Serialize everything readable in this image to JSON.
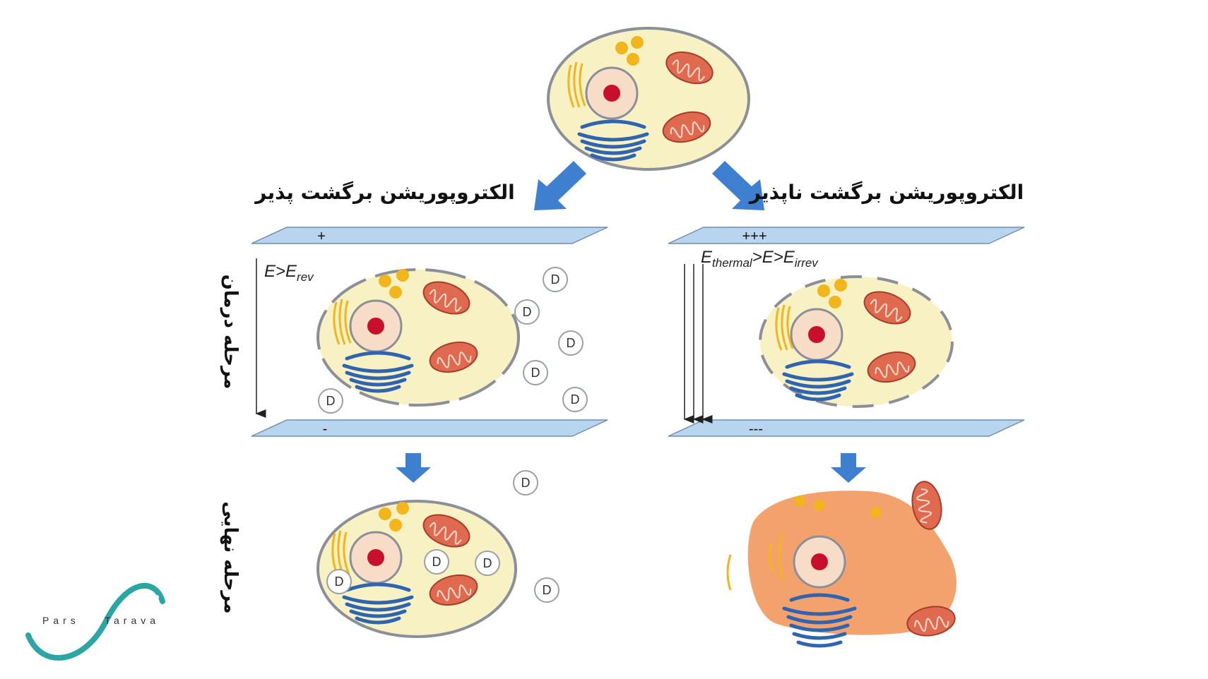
{
  "titles": {
    "reversible": "الکتروپوریشن برگشت پذیر",
    "irreversible": "الکتروپوریشن برگشت ناپذیر"
  },
  "stages": {
    "treatment": "مرحله درمان",
    "final": "مرحله نهایی"
  },
  "reversible_panel": {
    "top_sign": "+",
    "bottom_sign": "-",
    "condition_main": "E>E",
    "condition_sub": "rev"
  },
  "irreversible_panel": {
    "top_sign": "+++",
    "bottom_sign": "---",
    "cond_e1": "E",
    "cond_sub1": "thermal",
    "cond_mid": ">E>E",
    "cond_sub2": "irrev"
  },
  "drug_label": "D",
  "logo": {
    "word1": "Pars",
    "word2": "Tarava"
  },
  "colors": {
    "arrow": "#3f7fcf",
    "plate": "#b9d4ee",
    "cytoplasm": "#f8f1c3",
    "membrane": "#8a8f99",
    "damaged_cell": "#f3a26d",
    "nucleolus": "#c8102e",
    "er": "#2f64b0",
    "mitochondria": "#e06a4f",
    "vesicle": "#f2b51b",
    "logo": "#2aa7a4"
  }
}
